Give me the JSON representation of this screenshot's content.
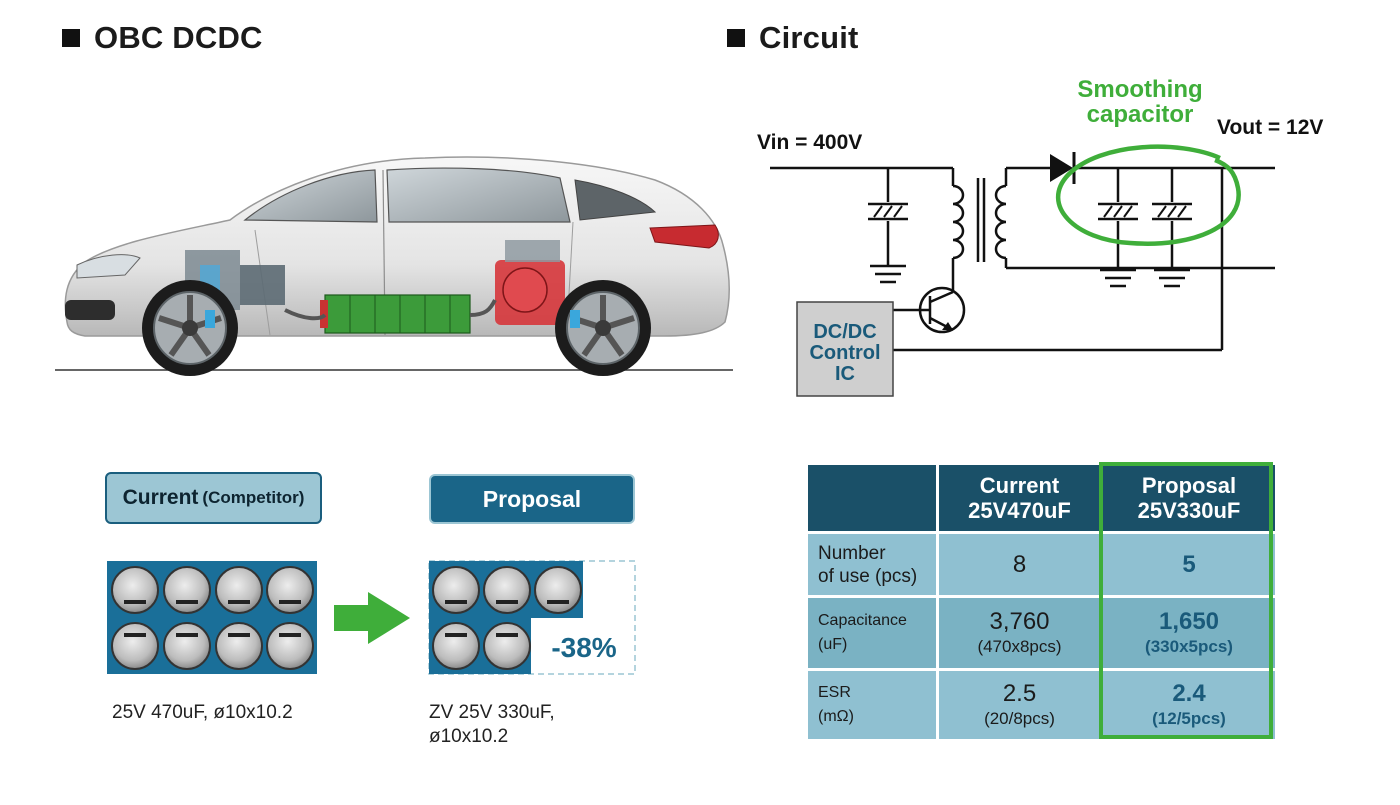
{
  "sections": {
    "left_title": "OBC DCDC",
    "right_title": "Circuit"
  },
  "circuit": {
    "vin": "Vin = 400V",
    "vout": "Vout = 12V",
    "smoothing_line1": "Smoothing",
    "smoothing_line2": "capacitor",
    "ic_line1": "DC/DC",
    "ic_line2": "Control",
    "ic_line3": "IC"
  },
  "comparison": {
    "current_label": "Current",
    "current_label_small": "(Competitor)",
    "proposal_label": "Proposal",
    "reduction": "-38%",
    "current_caption": "25V 470uF, ø10x10.2",
    "proposal_caption_line1": "ZV 25V 330uF,",
    "proposal_caption_line2": "ø10x10.2",
    "current_count": 8,
    "proposal_count": 5
  },
  "table": {
    "header_current_line1": "Current",
    "header_current_line2": "25V470uF",
    "header_proposal_line1": "Proposal",
    "header_proposal_line2": "25V330uF",
    "rows": [
      {
        "label_line1": "Number",
        "label_line2": "of use (pcs)",
        "current": "8",
        "current_sub": "",
        "proposal": "5",
        "proposal_sub": ""
      },
      {
        "label_line1": "Capacitance",
        "label_line2": "(uF)",
        "current": "3,760",
        "current_sub": "(470x8pcs)",
        "proposal": "1,650",
        "proposal_sub": "(330x5pcs)"
      },
      {
        "label_line1": "ESR",
        "label_line2": "(mΩ)",
        "current": "2.5",
        "current_sub": "(20/8pcs)",
        "proposal": "2.4",
        "proposal_sub": "(12/5pcs)"
      }
    ]
  },
  "colors": {
    "accent_green": "#3fae3a",
    "dark_teal": "#1a5068",
    "light_teal": "#8fc0d1",
    "capacitor_bg": "#1a6f99"
  }
}
